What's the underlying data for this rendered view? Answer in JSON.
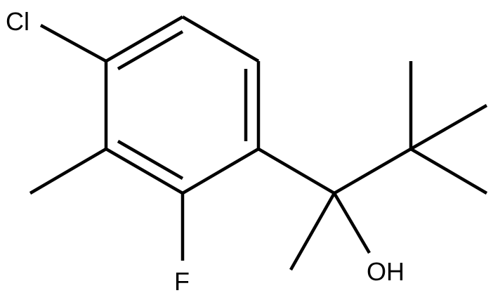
{
  "molecule": {
    "atoms": {
      "chlorine": "Cl",
      "fluorine": "F",
      "hydroxyl": "OH"
    }
  },
  "colors": {
    "bond": "#000000",
    "label": "#000000",
    "background": "#ffffff"
  }
}
